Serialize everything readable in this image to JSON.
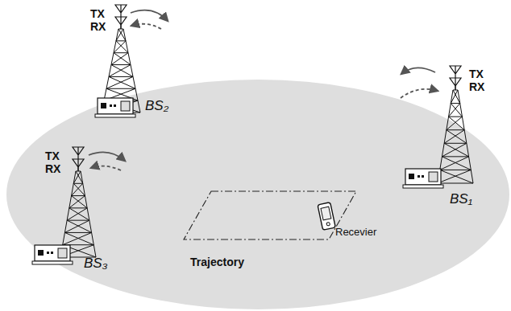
{
  "diagram": {
    "labels": [
      "TX",
      "RX",
      "BS₂",
      "TX",
      "RX",
      "BS₁",
      "TX",
      "RX",
      "BS₃",
      "Recevier",
      "Trajectory"
    ]
  }
}
